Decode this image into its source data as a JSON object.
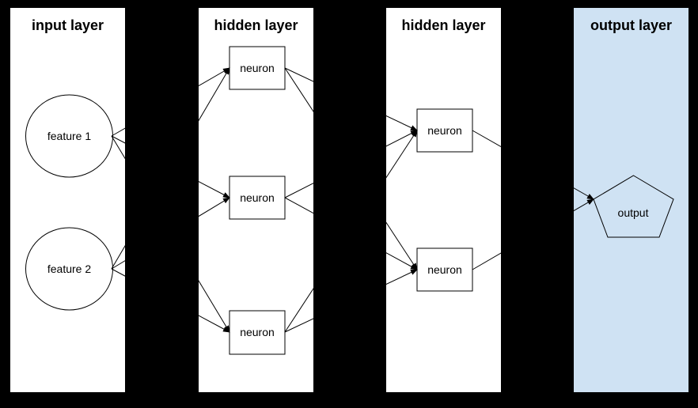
{
  "colors": {
    "background": "#000000",
    "panel_white": "#ffffff",
    "panel_blue": "#cfe2f3",
    "stroke": "#000000",
    "text": "#000000"
  },
  "layers": [
    {
      "title": "input layer",
      "nodes": [
        {
          "id": "feature-1",
          "label": "feature 1",
          "shape": "circle"
        },
        {
          "id": "feature-2",
          "label": "feature 2",
          "shape": "circle"
        }
      ]
    },
    {
      "title": "hidden layer",
      "nodes": [
        {
          "id": "h1-neuron-1",
          "label": "neuron",
          "shape": "rectangle"
        },
        {
          "id": "h1-neuron-2",
          "label": "neuron",
          "shape": "rectangle"
        },
        {
          "id": "h1-neuron-3",
          "label": "neuron",
          "shape": "rectangle"
        }
      ]
    },
    {
      "title": "hidden layer",
      "nodes": [
        {
          "id": "h2-neuron-1",
          "label": "neuron",
          "shape": "rectangle"
        },
        {
          "id": "h2-neuron-2",
          "label": "neuron",
          "shape": "rectangle"
        }
      ]
    },
    {
      "title": "output layer",
      "nodes": [
        {
          "id": "output-node",
          "label": "output",
          "shape": "pentagon"
        }
      ]
    }
  ],
  "connections": [
    {
      "from": "feature-1",
      "to": "h1-neuron-1"
    },
    {
      "from": "feature-1",
      "to": "h1-neuron-2"
    },
    {
      "from": "feature-1",
      "to": "h1-neuron-3"
    },
    {
      "from": "feature-2",
      "to": "h1-neuron-1"
    },
    {
      "from": "feature-2",
      "to": "h1-neuron-2"
    },
    {
      "from": "feature-2",
      "to": "h1-neuron-3"
    },
    {
      "from": "h1-neuron-1",
      "to": "h2-neuron-1"
    },
    {
      "from": "h1-neuron-1",
      "to": "h2-neuron-2"
    },
    {
      "from": "h1-neuron-2",
      "to": "h2-neuron-1"
    },
    {
      "from": "h1-neuron-2",
      "to": "h2-neuron-2"
    },
    {
      "from": "h1-neuron-3",
      "to": "h2-neuron-1"
    },
    {
      "from": "h1-neuron-3",
      "to": "h2-neuron-2"
    },
    {
      "from": "h2-neuron-1",
      "to": "output-node"
    },
    {
      "from": "h2-neuron-2",
      "to": "output-node"
    }
  ]
}
